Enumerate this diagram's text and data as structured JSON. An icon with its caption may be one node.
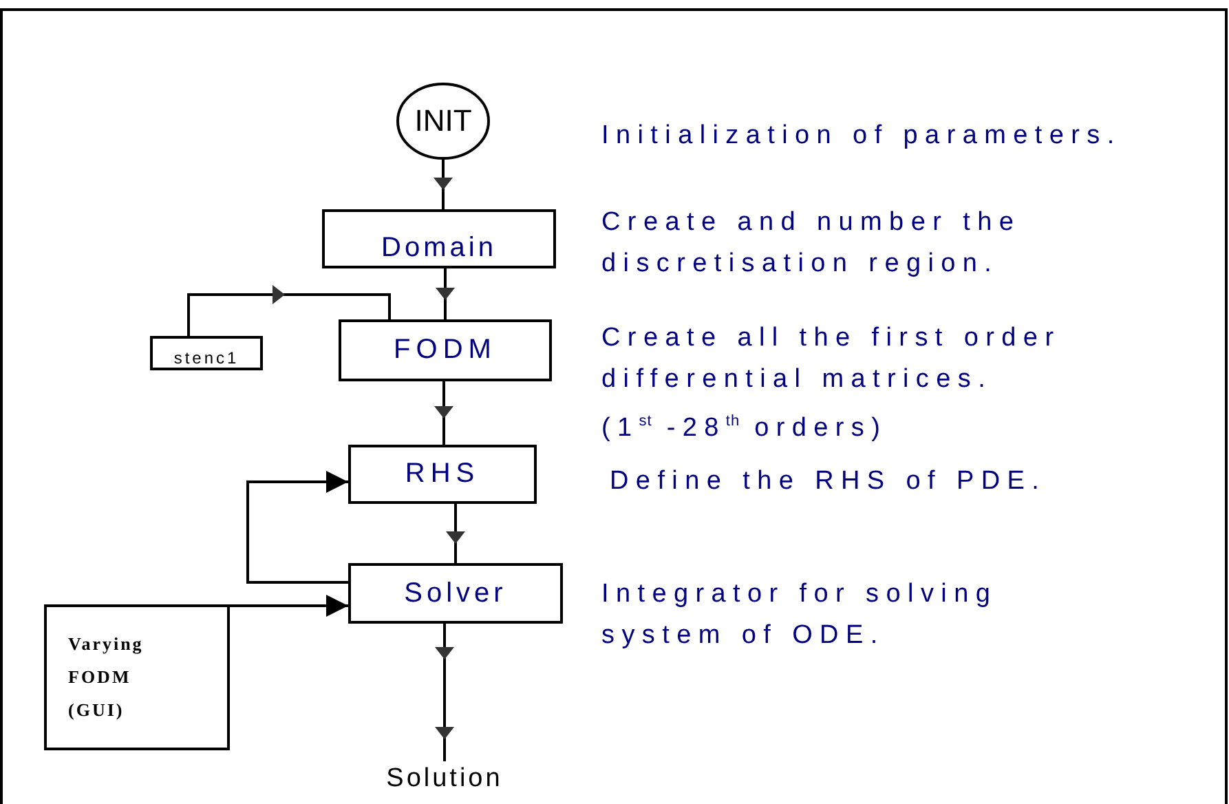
{
  "diagram": {
    "nodes": [
      {
        "text": [
          "INIT"
        ]
      },
      {
        "text": [
          "Domain"
        ],
        "beside": [
          "Create and number the discretisation region."
        ]
      },
      {
        "text": [
          "stenc1"
        ]
      },
      {
        "text": [
          "FODM"
        ],
        "beside": [
          "Create all the first order differential matrices.",
          "(1$^{st}$ -28$^{th}$ orders)"
        ]
      },
      {
        "text": [
          "RHS"
        ],
        "beside": [
          "Define the RHS of PDE."
        ]
      },
      {
        "text": [
          "Varying FODM (GUI)"
        ]
      },
      {
        "text": [
          "Solver"
        ],
        "beside": [
          "Integrator for solving system of ODE."
        ]
      },
      {
        "text": [
          "Solution"
        ]
      }
    ],
    "edges": [
      {
        "from": 0,
        "to": 1,
        "arrow": "to"
      },
      {
        "from": 1,
        "to": 3,
        "arrow": "to"
      },
      {
        "from": 2,
        "to": 3,
        "arrow": "to"
      },
      {
        "from": 3,
        "to": 4,
        "arrow": "to"
      },
      {
        "from": 4,
        "to": 6,
        "arrow": "to"
      },
      {
        "from": 6,
        "to": 4,
        "arrow": "to"
      },
      {
        "from": 5,
        "to": 6,
        "arrow": "to"
      },
      {
        "from": 6,
        "to": 7,
        "arrow": "to"
      }
    ],
    "labels": [
      "Initialization of parameters."
    ]
  }
}
